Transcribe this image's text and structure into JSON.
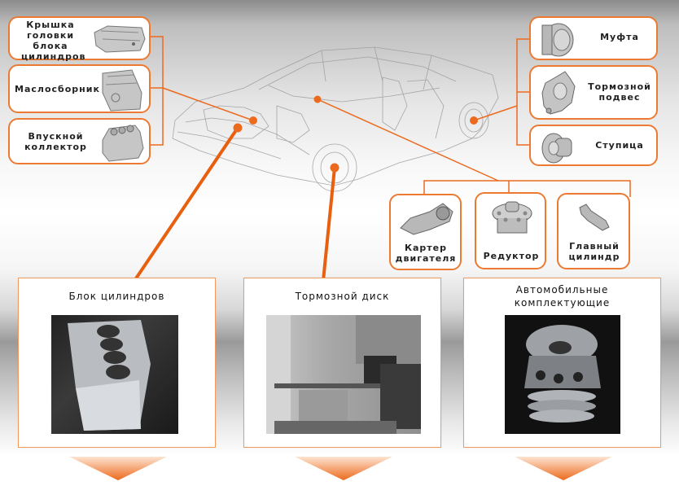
{
  "accent_color": "#ec6a1e",
  "left_parts": [
    {
      "label": "Крышка\nголовки\nблока\nцилиндров",
      "lines": [
        "Крышка",
        "головки",
        "блока",
        "цилиндров"
      ],
      "icon": "valve-cover-icon"
    },
    {
      "label": "Маслосборник",
      "lines": [
        "Маслосборник"
      ],
      "icon": "oil-pan-icon"
    },
    {
      "label": "Впускной коллектор",
      "lines": [
        "Впускной",
        "коллектор"
      ],
      "icon": "intake-manifold-icon"
    }
  ],
  "right_parts": [
    {
      "label": "Муфта",
      "lines": [
        "Муфта"
      ],
      "icon": "coupling-icon"
    },
    {
      "label": "Тормозной подвес",
      "lines": [
        "Тормозной",
        "подвес"
      ],
      "icon": "brake-caliper-bracket-icon"
    },
    {
      "label": "Ступица",
      "lines": [
        "Ступица"
      ],
      "icon": "wheel-hub-icon"
    }
  ],
  "middle_parts": [
    {
      "label": "Картер двигателя",
      "lines": [
        "Картер",
        "двигателя"
      ],
      "icon": "engine-crankcase-icon"
    },
    {
      "label": "Редуктор",
      "lines": [
        "Редуктор"
      ],
      "icon": "gearbox-icon"
    },
    {
      "label": "Главный цилиндр",
      "lines": [
        "Главный",
        "цилиндр"
      ],
      "icon": "master-cylinder-icon"
    }
  ],
  "panels": [
    {
      "title": "Блок цилиндров",
      "lines": [
        "Блок цилиндров"
      ],
      "photo": "cylinder-block-photo"
    },
    {
      "title": "Тормозной диск",
      "lines": [
        "Тормозной диск"
      ],
      "photo": "brake-disc-photo"
    },
    {
      "title": "Автомобильные комплектующие",
      "lines": [
        "Автомобильные",
        "комплектующие"
      ],
      "photo": "auto-components-photo"
    }
  ]
}
